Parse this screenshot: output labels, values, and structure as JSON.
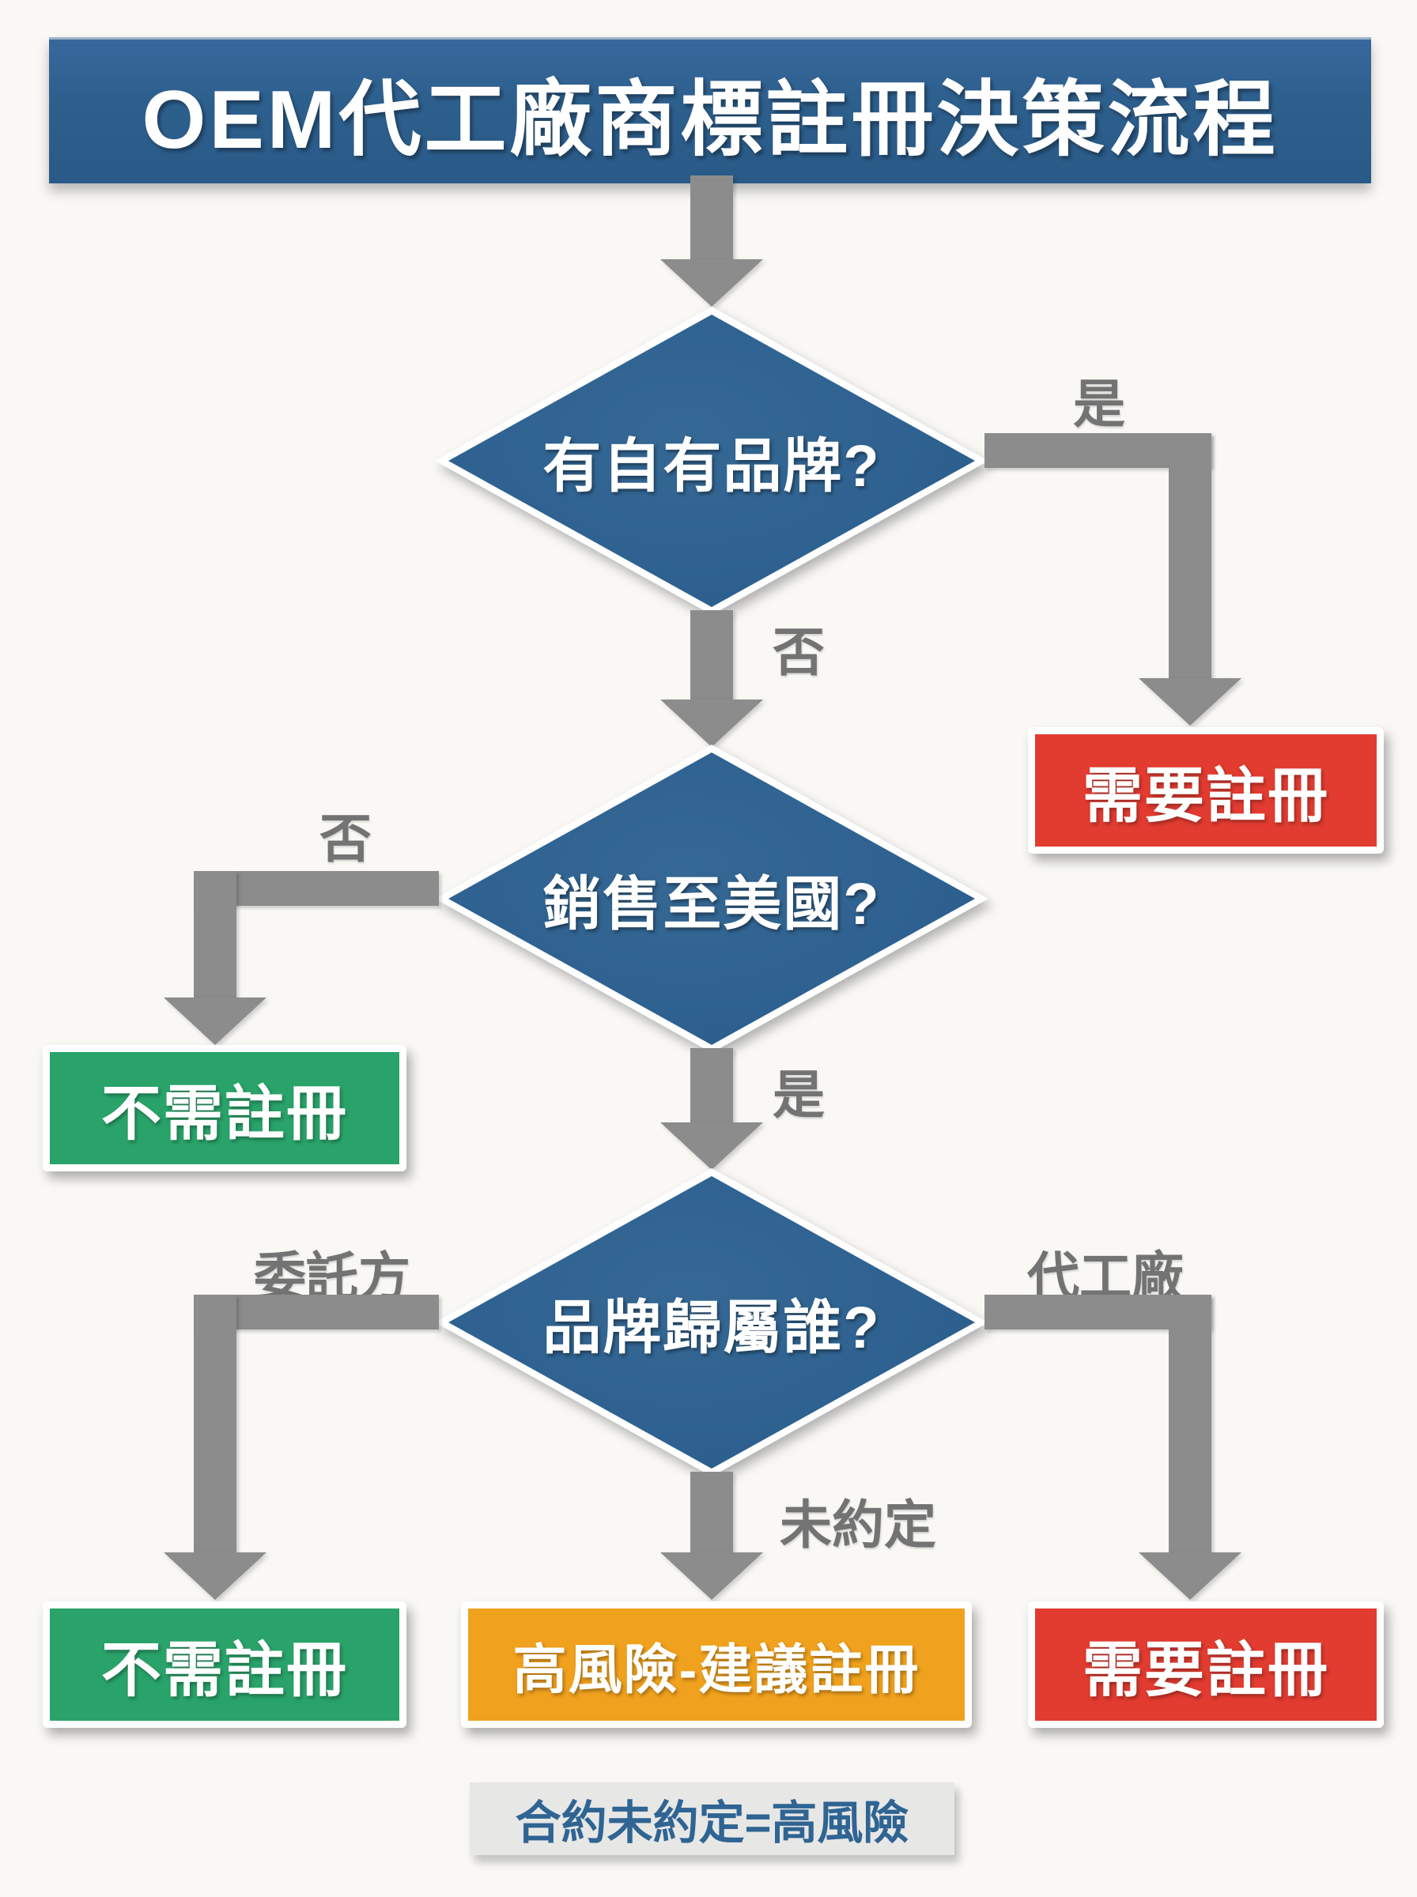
{
  "title": "OEM代工廠商標註冊決策流程",
  "decisions": {
    "own_brand": "有自有品牌?",
    "sell_to_us": "銷售至美國?",
    "brand_ownership": "品牌歸屬誰?"
  },
  "edge_labels": {
    "yes_1": "是",
    "no_1": "否",
    "no_2": "否",
    "yes_2": "是",
    "client": "委託方",
    "not_agreed": "未約定",
    "factory": "代工廠"
  },
  "outcomes": {
    "need_register_right": "需要註冊",
    "no_need_left": "不需註冊",
    "no_need_bottom": "不需註冊",
    "high_risk": "高風險-建議註冊",
    "need_register_bottom": "需要註冊"
  },
  "note": "合約未約定=高風險",
  "colors": {
    "bg": "#f9f8f5",
    "banner-blue": "#2d5f8d",
    "diamond-blue": "#2e6190",
    "arrow-gray": "#8c8c8c",
    "label-gray": "#737373",
    "red": "#e23b30",
    "green": "#29a36a",
    "orange": "#f0a11d",
    "note-bg": "#e7e7e5",
    "note-text": "#2f6493"
  }
}
